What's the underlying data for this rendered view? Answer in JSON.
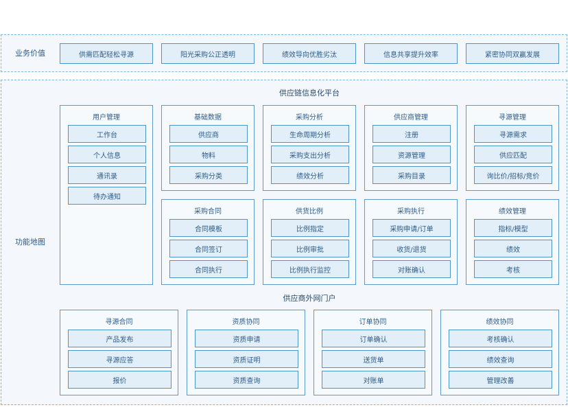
{
  "business_value": {
    "label": "业务价值",
    "items": [
      "供需匹配轻松寻源",
      "阳光采购公正透明",
      "绩效导向优胜劣汰",
      "信息共享提升效率",
      "紧密协同双赢发展"
    ]
  },
  "function_map": {
    "label": "功能地图",
    "platform_title": "供应链信息化平台",
    "modules": [
      {
        "title": "用户管理",
        "items": [
          "工作台",
          "个人信息",
          "通讯录",
          "待办通知"
        ]
      },
      {
        "title": "基础数据",
        "items": [
          "供应商",
          "物料",
          "采购分类"
        ]
      },
      {
        "title": "采购分析",
        "items": [
          "生命周期分析",
          "采购支出分析",
          "绩效分析"
        ]
      },
      {
        "title": "供应商管理",
        "items": [
          "注册",
          "资源管理",
          "采购目录"
        ]
      },
      {
        "title": "寻源管理",
        "items": [
          "寻源需求",
          "供应匹配",
          "询比价/招标/竞价"
        ]
      },
      {
        "title": "采购合同",
        "items": [
          "合同模板",
          "合同签订",
          "合同执行"
        ]
      },
      {
        "title": "供货比例",
        "items": [
          "比例指定",
          "比例审批",
          "比例执行监控"
        ]
      },
      {
        "title": "采购执行",
        "items": [
          "采购申请/订单",
          "收货/退货",
          "对账确认"
        ]
      },
      {
        "title": "绩效管理",
        "items": [
          "指标/模型",
          "绩效",
          "考核"
        ]
      }
    ],
    "portal_title": "供应商外网门户",
    "portal_modules": [
      {
        "title": "寻源合同",
        "items": [
          "产品发布",
          "寻源应答",
          "报价"
        ]
      },
      {
        "title": "资质协同",
        "items": [
          "资质申请",
          "资质证明",
          "资质查询"
        ]
      },
      {
        "title": "订单协同",
        "items": [
          "订单确认",
          "送货单",
          "对账单"
        ]
      },
      {
        "title": "绩效协同",
        "items": [
          "考核确认",
          "绩效查询",
          "管理改善"
        ]
      }
    ]
  }
}
